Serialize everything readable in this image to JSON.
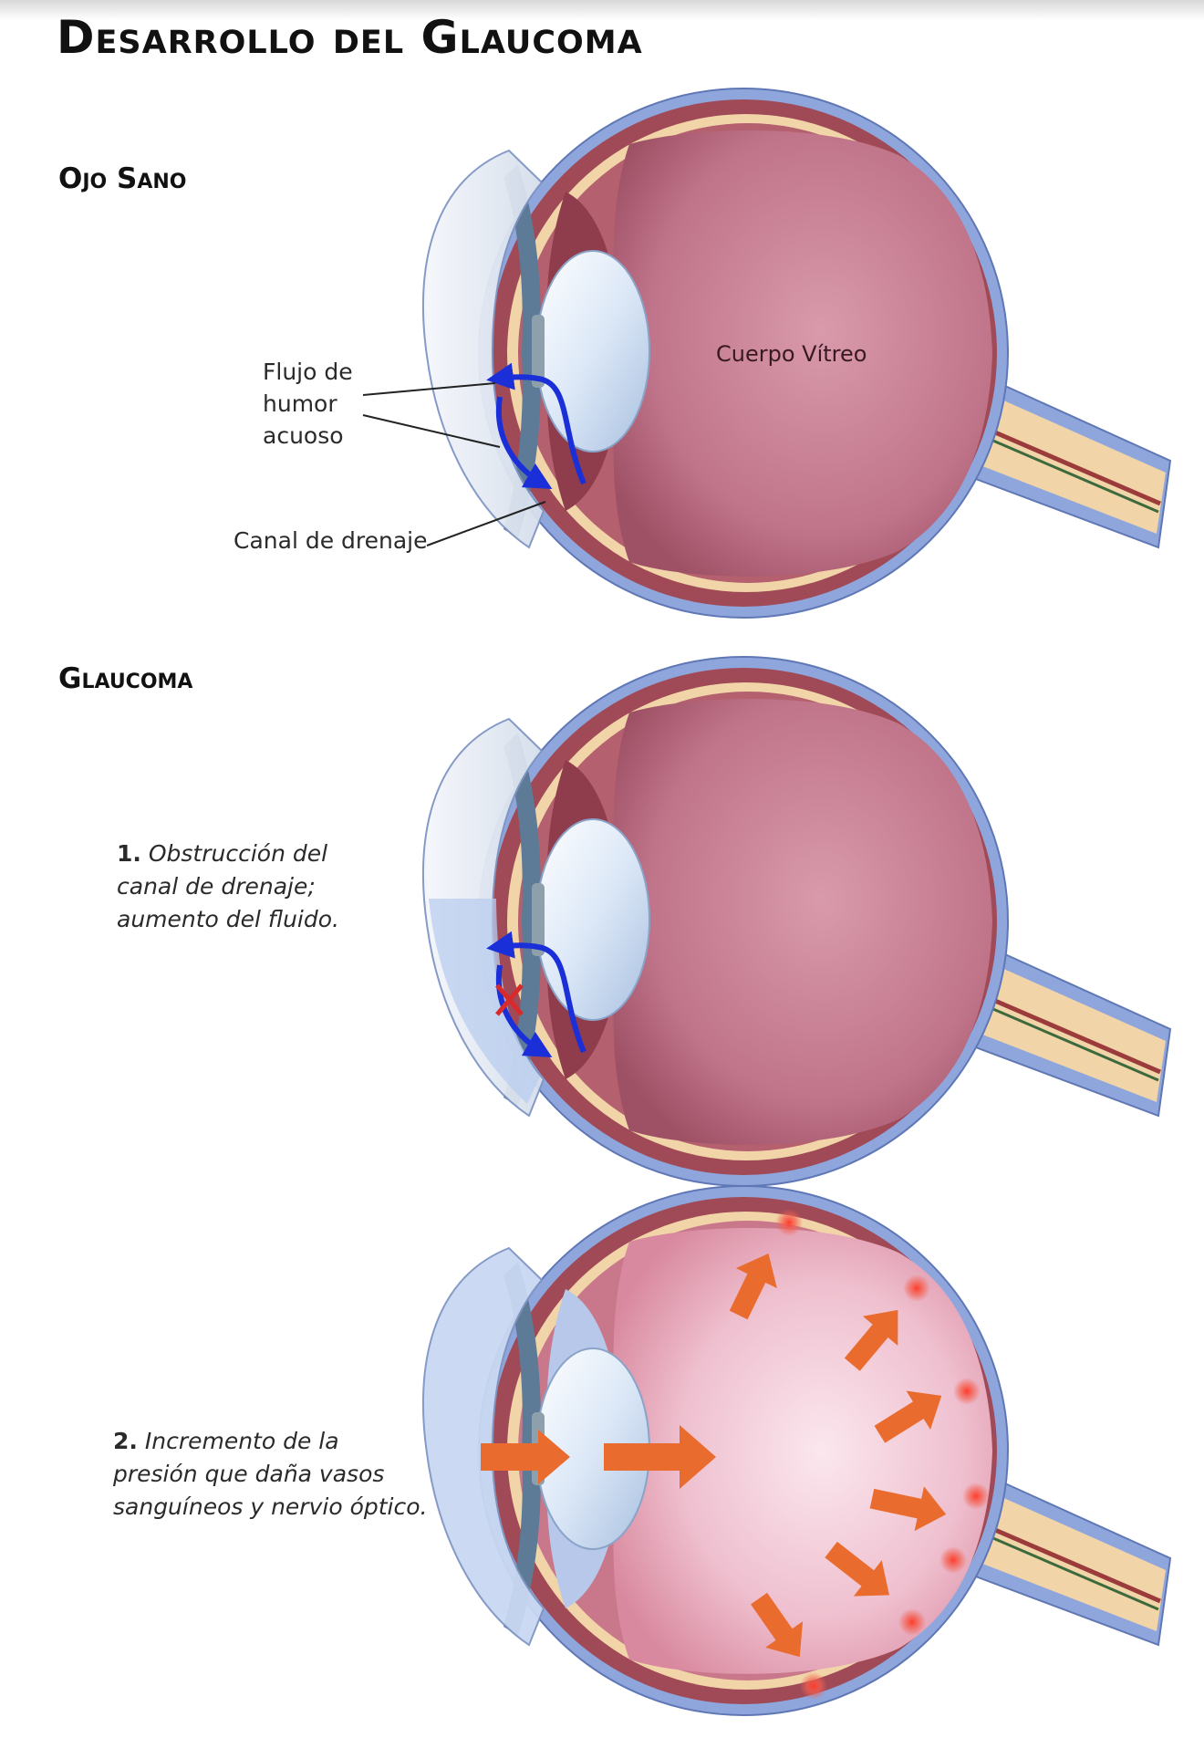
{
  "title": "Desarrollo del Glaucoma",
  "sections": {
    "healthy": "Ojo Sano",
    "glaucoma": "Glaucoma"
  },
  "labels": {
    "aqueous_flow": [
      "Flujo de",
      "humor",
      "acuoso"
    ],
    "drainage_canal": "Canal de drenaje",
    "vitreous_body": "Cuerpo Vítreo"
  },
  "steps": [
    {
      "number": "1.",
      "lines": [
        "Obstrucción del",
        "canal de drenaje;",
        "aumento del fluido."
      ]
    },
    {
      "number": "2.",
      "lines": [
        "Incremento de la",
        "presión que daña vasos",
        "sanguíneos y nervio óptico."
      ]
    }
  ],
  "colors": {
    "sclera": "#8fa6dc",
    "choroid": "#a04a57",
    "retina": "#f1d4a8",
    "vitreous": "#c77d92",
    "vitreous_pressured": "#eab8c8",
    "aqueous_flow_arrow": "#1a2fd8",
    "pressure_arrow": "#ea6b2e",
    "blockage_mark": "#d82a2a"
  }
}
